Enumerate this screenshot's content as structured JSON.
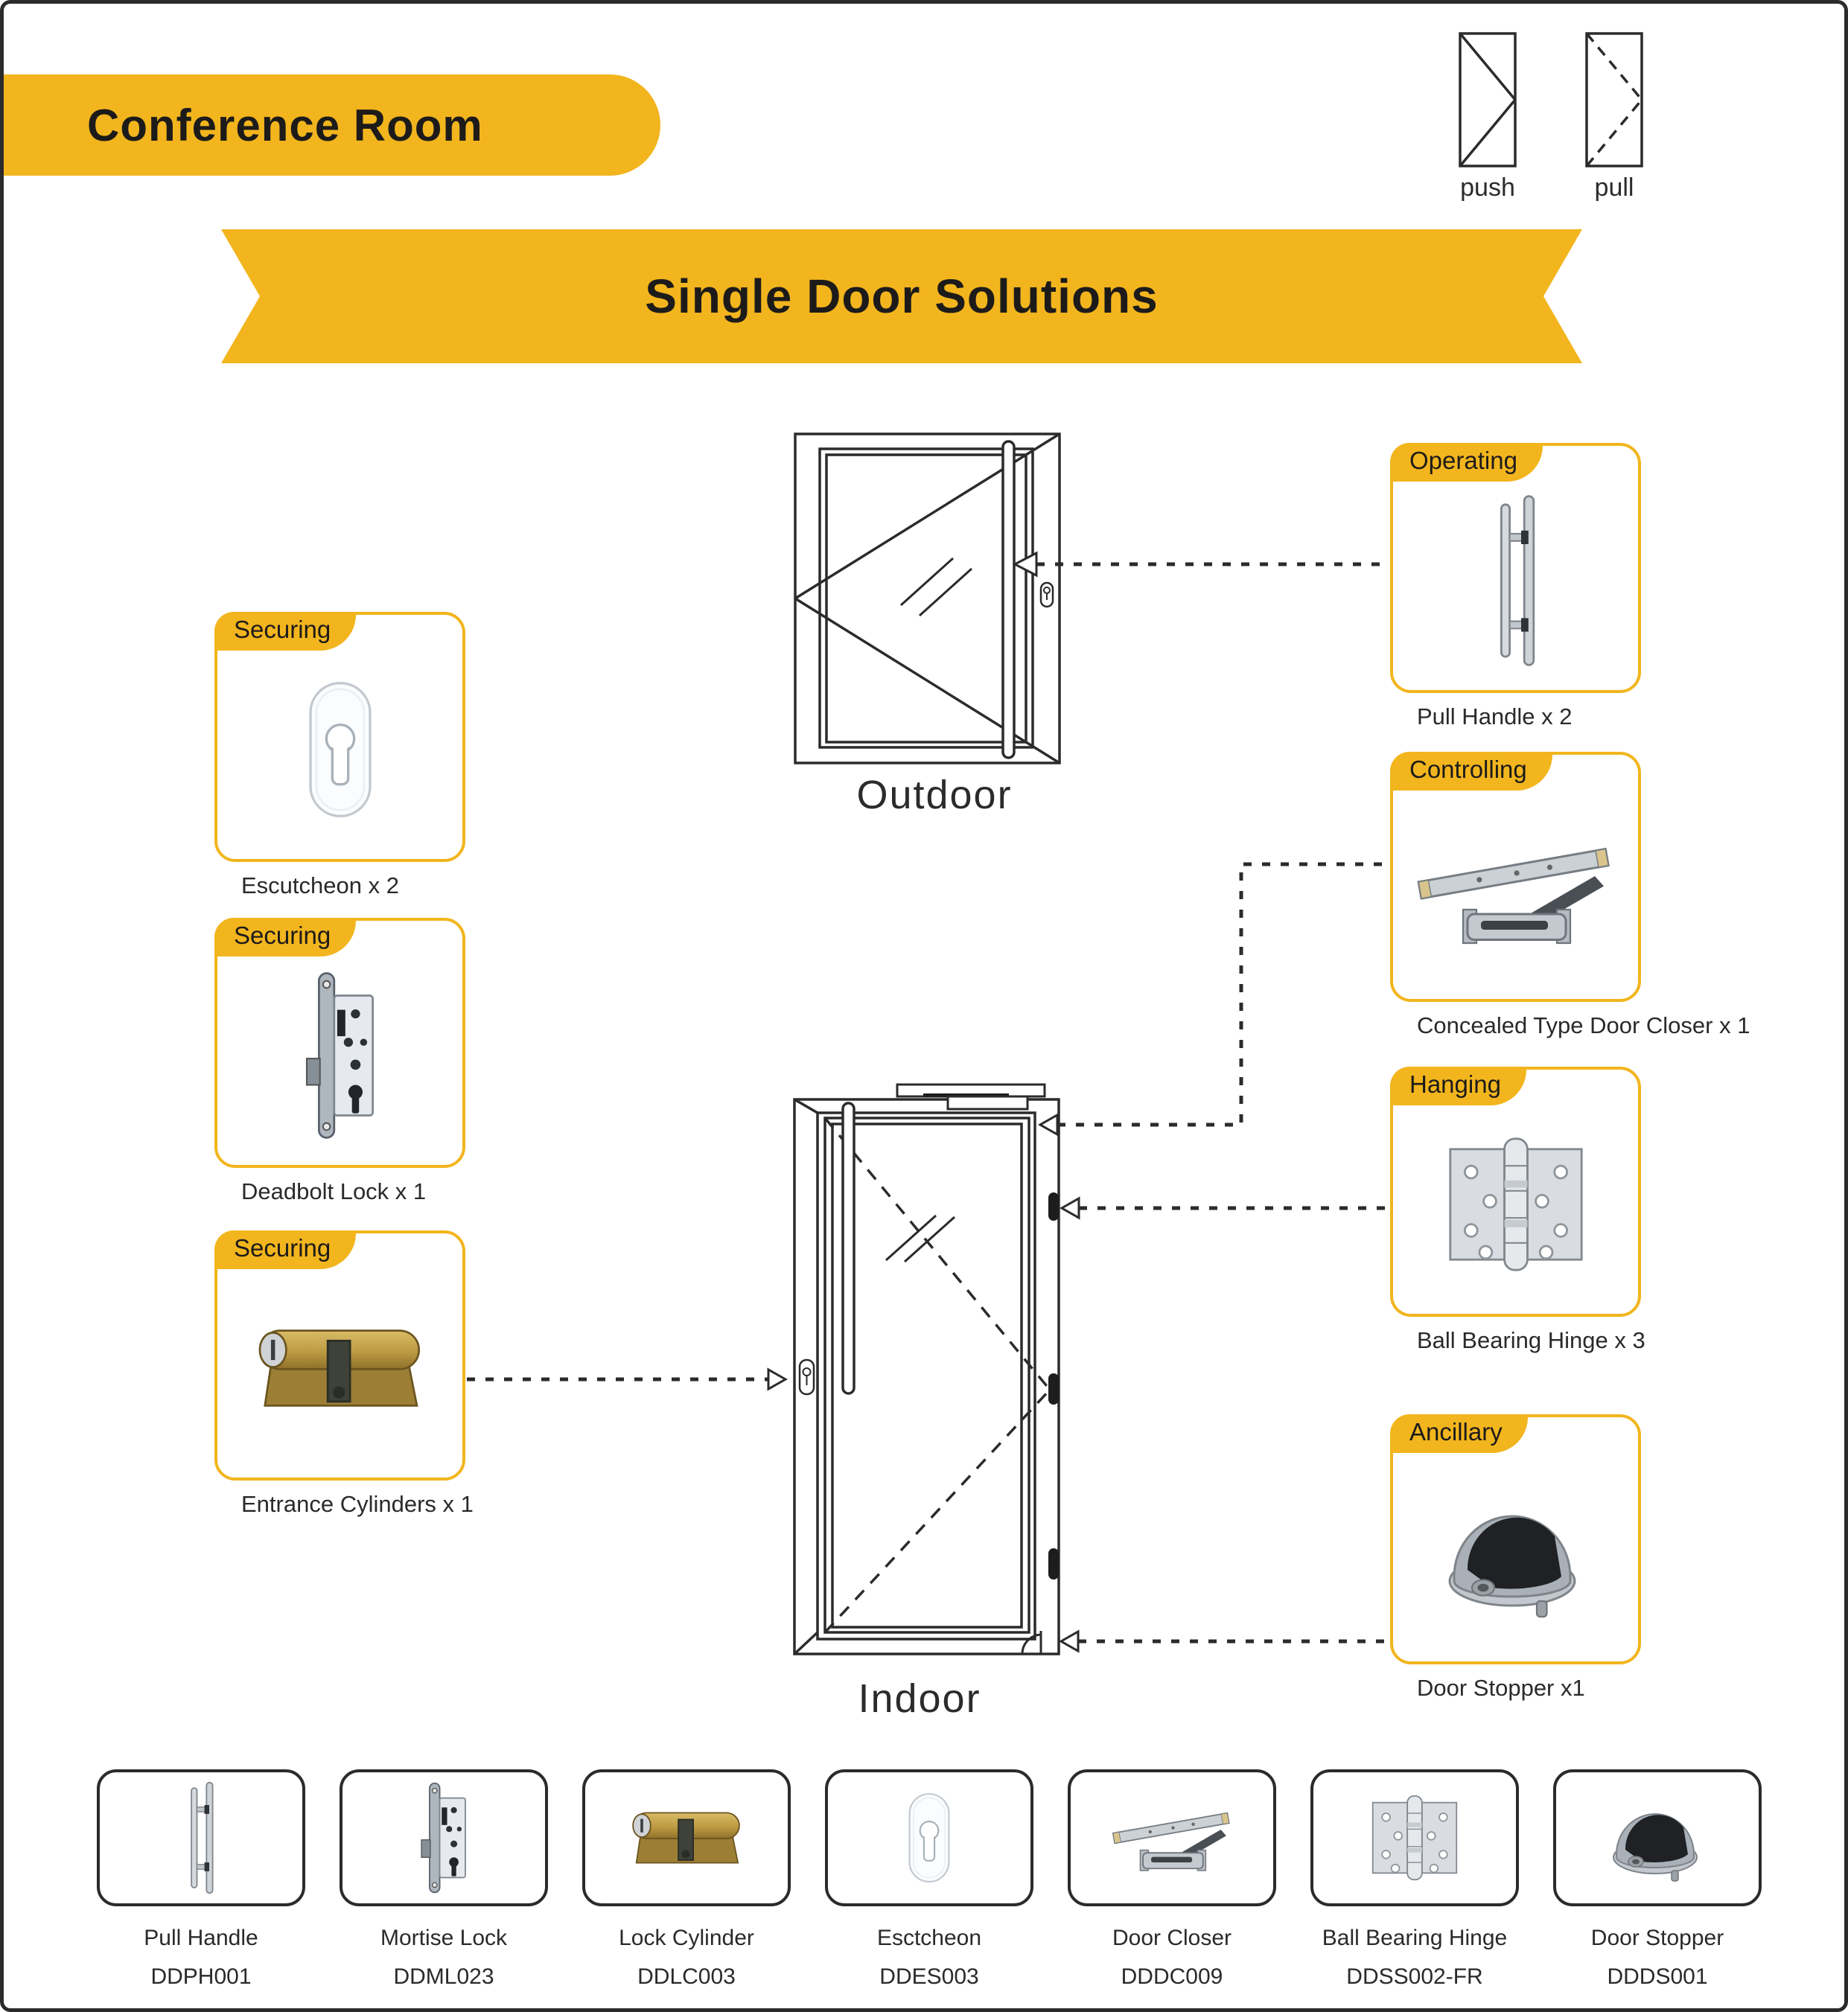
{
  "header": {
    "title": "Conference Room"
  },
  "banner": {
    "title": "Single Door Solutions"
  },
  "legend": {
    "push_label": "push",
    "pull_label": "pull"
  },
  "diagram": {
    "outdoor_label": "Outdoor",
    "indoor_label": "Indoor"
  },
  "side_cards": {
    "left": [
      {
        "tab": "Securing",
        "caption": "Escutcheon x 2"
      },
      {
        "tab": "Securing",
        "caption": "Deadbolt Lock x 1"
      },
      {
        "tab": "Securing",
        "caption": "Entrance Cylinders x 1"
      }
    ],
    "right": [
      {
        "tab": "Operating",
        "caption": "Pull Handle x 2"
      },
      {
        "tab": "Controlling",
        "caption": "Concealed Type Door Closer x 1"
      },
      {
        "tab": "Hanging",
        "caption": "Ball Bearing Hinge x 3"
      },
      {
        "tab": "Ancillary",
        "caption": "Door Stopper x1"
      }
    ]
  },
  "catalog": [
    {
      "name": "Pull Handle",
      "code": "DDPH001"
    },
    {
      "name": "Mortise Lock",
      "code": "DDML023"
    },
    {
      "name": "Lock Cylinder",
      "code": "DDLC003"
    },
    {
      "name": "Esctcheon",
      "code": "DDES003"
    },
    {
      "name": "Door Closer",
      "code": "DDDC009"
    },
    {
      "name": "Ball Bearing Hinge",
      "code": "DDSS002-FR"
    },
    {
      "name": "Door Stopper",
      "code": "DDDS001"
    }
  ],
  "colors": {
    "accent": "#F2B51D",
    "ink": "#231F20"
  }
}
